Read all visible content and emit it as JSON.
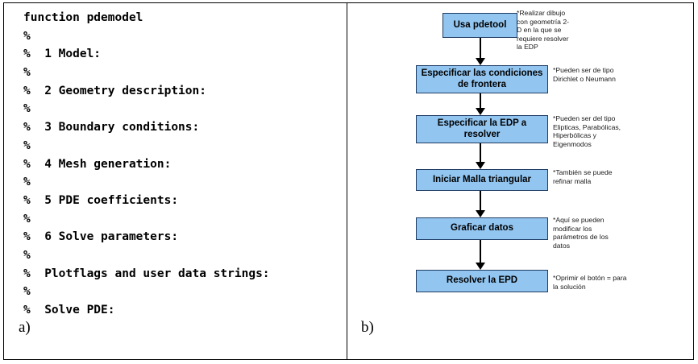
{
  "figure": {
    "panel_a_label": "a)",
    "panel_b_label": "b)",
    "box_fill_color": "#92C5F0",
    "box_border_color": "#1f3c63"
  },
  "code": {
    "lines": [
      "function pdemodel",
      "%",
      "%  1 Model:",
      "%",
      "%  2 Geometry description:",
      "%",
      "%  3 Boundary conditions:",
      "%",
      "%  4 Mesh generation:",
      "%",
      "%  5 PDE coefficients:",
      "%",
      "%  6 Solve parameters:",
      "%",
      "%  Plotflags and user data strings:",
      "%",
      "%  Solve PDE:"
    ]
  },
  "flowchart": {
    "steps": [
      {
        "label": "Usa pdetool",
        "note": "*Realizar dibujo con geometría 2-D en la que se requiere resolver la EDP"
      },
      {
        "label": "Especificar las condiciones de frontera",
        "note": "*Pueden ser de tipo Dirichlet o Neumann"
      },
      {
        "label": "Especificar la EDP a resolver",
        "note": "*Pueden ser del tipo Elipticas, Parabólicas, Hiperbólicas y Eigenmodos"
      },
      {
        "label": "Iniciar Malla triangular",
        "note": "*También se puede refinar malla"
      },
      {
        "label": "Graficar datos",
        "note": "*Aquí se pueden modificar los parámetros de los datos"
      },
      {
        "label": "Resolver la EPD",
        "note": "*Oprimir el botón = para la solución"
      }
    ]
  }
}
